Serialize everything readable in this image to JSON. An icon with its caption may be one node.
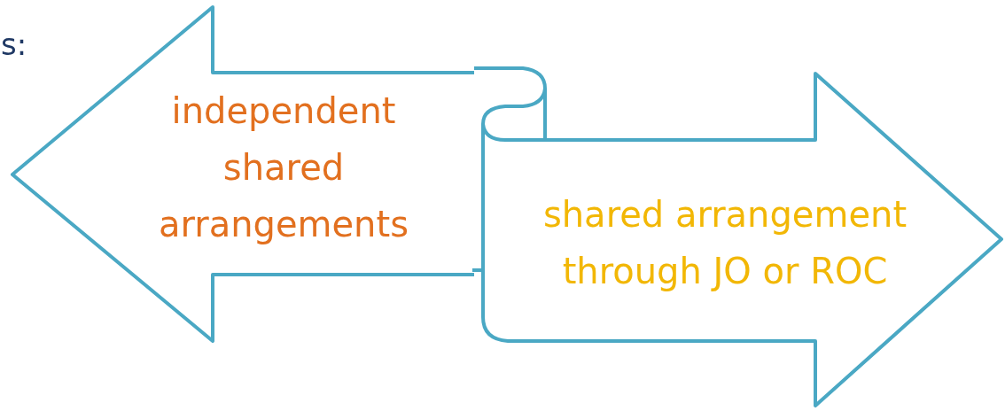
{
  "diagram": {
    "nodes": [
      {
        "text": [
          "independent shared arrangements"
        ]
      },
      {
        "text": [
          "shared arrangement through JO or ROC"
        ]
      }
    ],
    "labels": [
      "s:"
    ]
  }
}
